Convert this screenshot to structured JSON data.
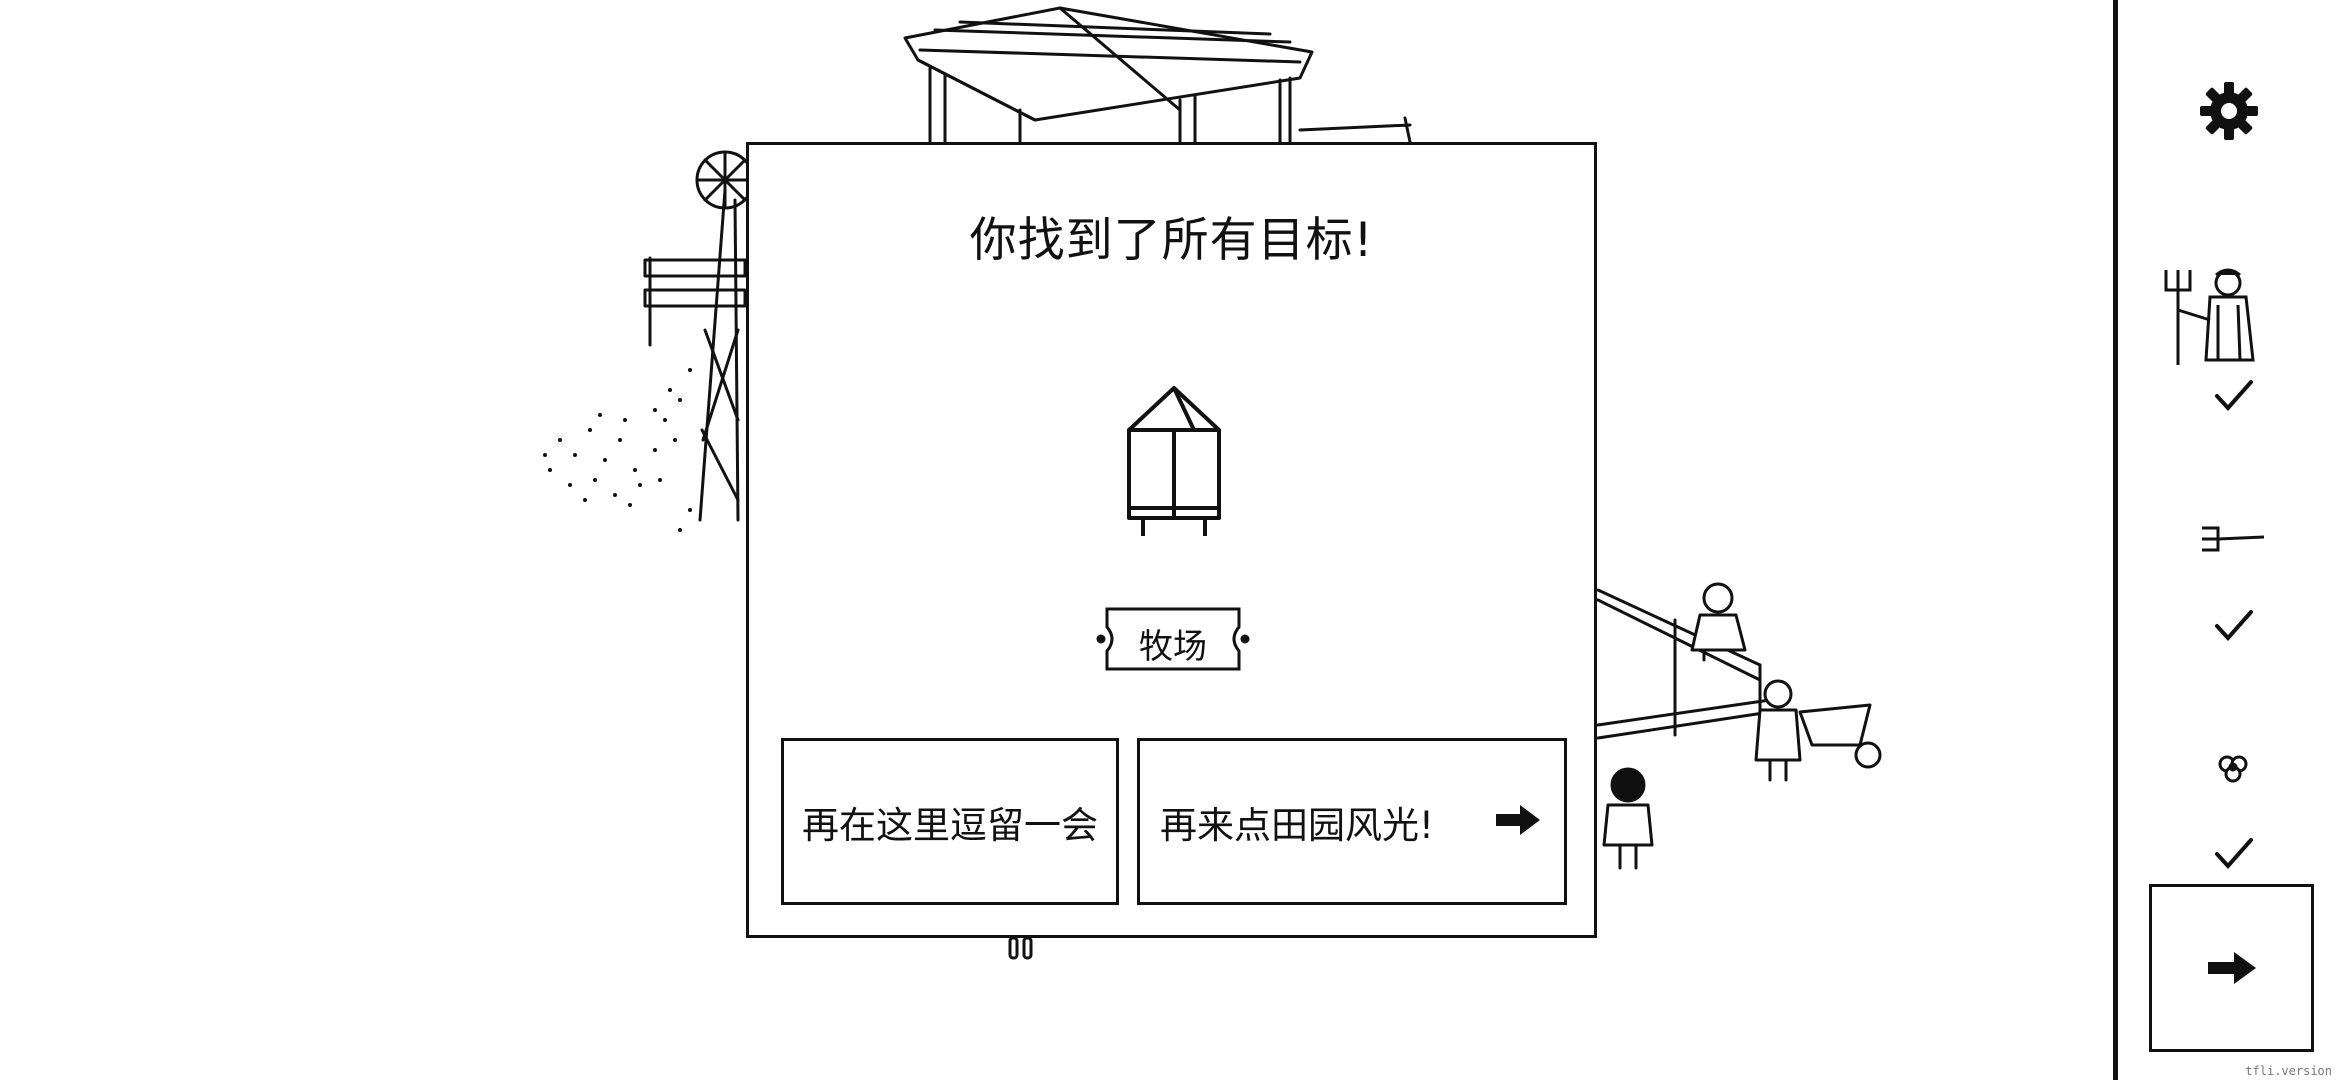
{
  "dialog": {
    "title": "你找到了所有目标!",
    "area_name": "牧场",
    "stay_label": "再在这里逗留一会",
    "more_label": "再来点田园风光!"
  },
  "sidebar": {
    "settings_icon": "gear-icon",
    "targets": [
      {
        "icon": "farmer-with-pitchfork-icon",
        "found": true
      },
      {
        "icon": "pitchfork-icon",
        "found": true
      },
      {
        "icon": "flower-icon",
        "found": true
      }
    ],
    "next_icon": "arrow-right-icon"
  },
  "watermark": "tfli.version"
}
